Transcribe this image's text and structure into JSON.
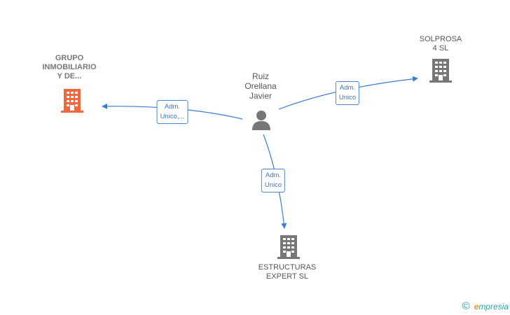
{
  "nodes": {
    "person": {
      "lines": [
        "Ruiz",
        "Orellana",
        "Javier"
      ],
      "icon": "person-icon",
      "color": "#777777"
    },
    "grupo": {
      "lines": [
        "GRUPO",
        "INMOBILIARIO",
        "Y DE..."
      ],
      "icon": "building-icon",
      "color": "#f0673c"
    },
    "solprosa": {
      "lines": [
        "SOLPROSA",
        "4 SL"
      ],
      "icon": "building-icon",
      "color": "#777777"
    },
    "estructuras": {
      "lines": [
        "ESTRUCTURAS",
        "EXPERT  SL"
      ],
      "icon": "building-icon",
      "color": "#777777"
    }
  },
  "edges": {
    "to_grupo": {
      "lines": [
        "Adm.",
        "Unico,..."
      ]
    },
    "to_solprosa": {
      "lines": [
        "Adm.",
        "Unico"
      ]
    },
    "to_estructuras": {
      "lines": [
        "Adm.",
        "Unico"
      ]
    }
  },
  "colors": {
    "edge": "#3a7bd5",
    "accent": "#f0673c",
    "neutral": "#777777"
  },
  "footer": {
    "copyright": "©",
    "brand_initial": "e",
    "brand_rest": "mpresia"
  }
}
